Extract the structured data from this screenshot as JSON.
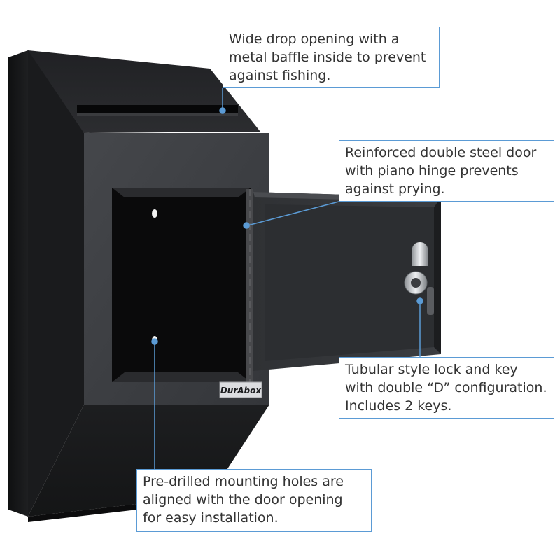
{
  "product": {
    "brand_logo": "DurAbox",
    "body_color": "#1c1d1f",
    "panel_color": "#3a3c40",
    "callout_border_color": "#5b9bd5",
    "callout_dot_color": "#5b9bd5"
  },
  "callouts": {
    "drop_opening": {
      "lines": [
        "Wide drop opening with a",
        "metal baffle inside to prevent",
        "against fishing."
      ]
    },
    "door": {
      "lines": [
        "Reinforced double steel door",
        "with piano hinge prevents",
        "against prying."
      ]
    },
    "lock": {
      "lines": [
        "Tubular style lock and key",
        "with double “D” configuration.",
        "Includes 2 keys."
      ]
    },
    "mounting_holes": {
      "lines": [
        "Pre-drilled mounting holes are",
        "aligned with the door opening",
        "for easy installation."
      ]
    }
  }
}
